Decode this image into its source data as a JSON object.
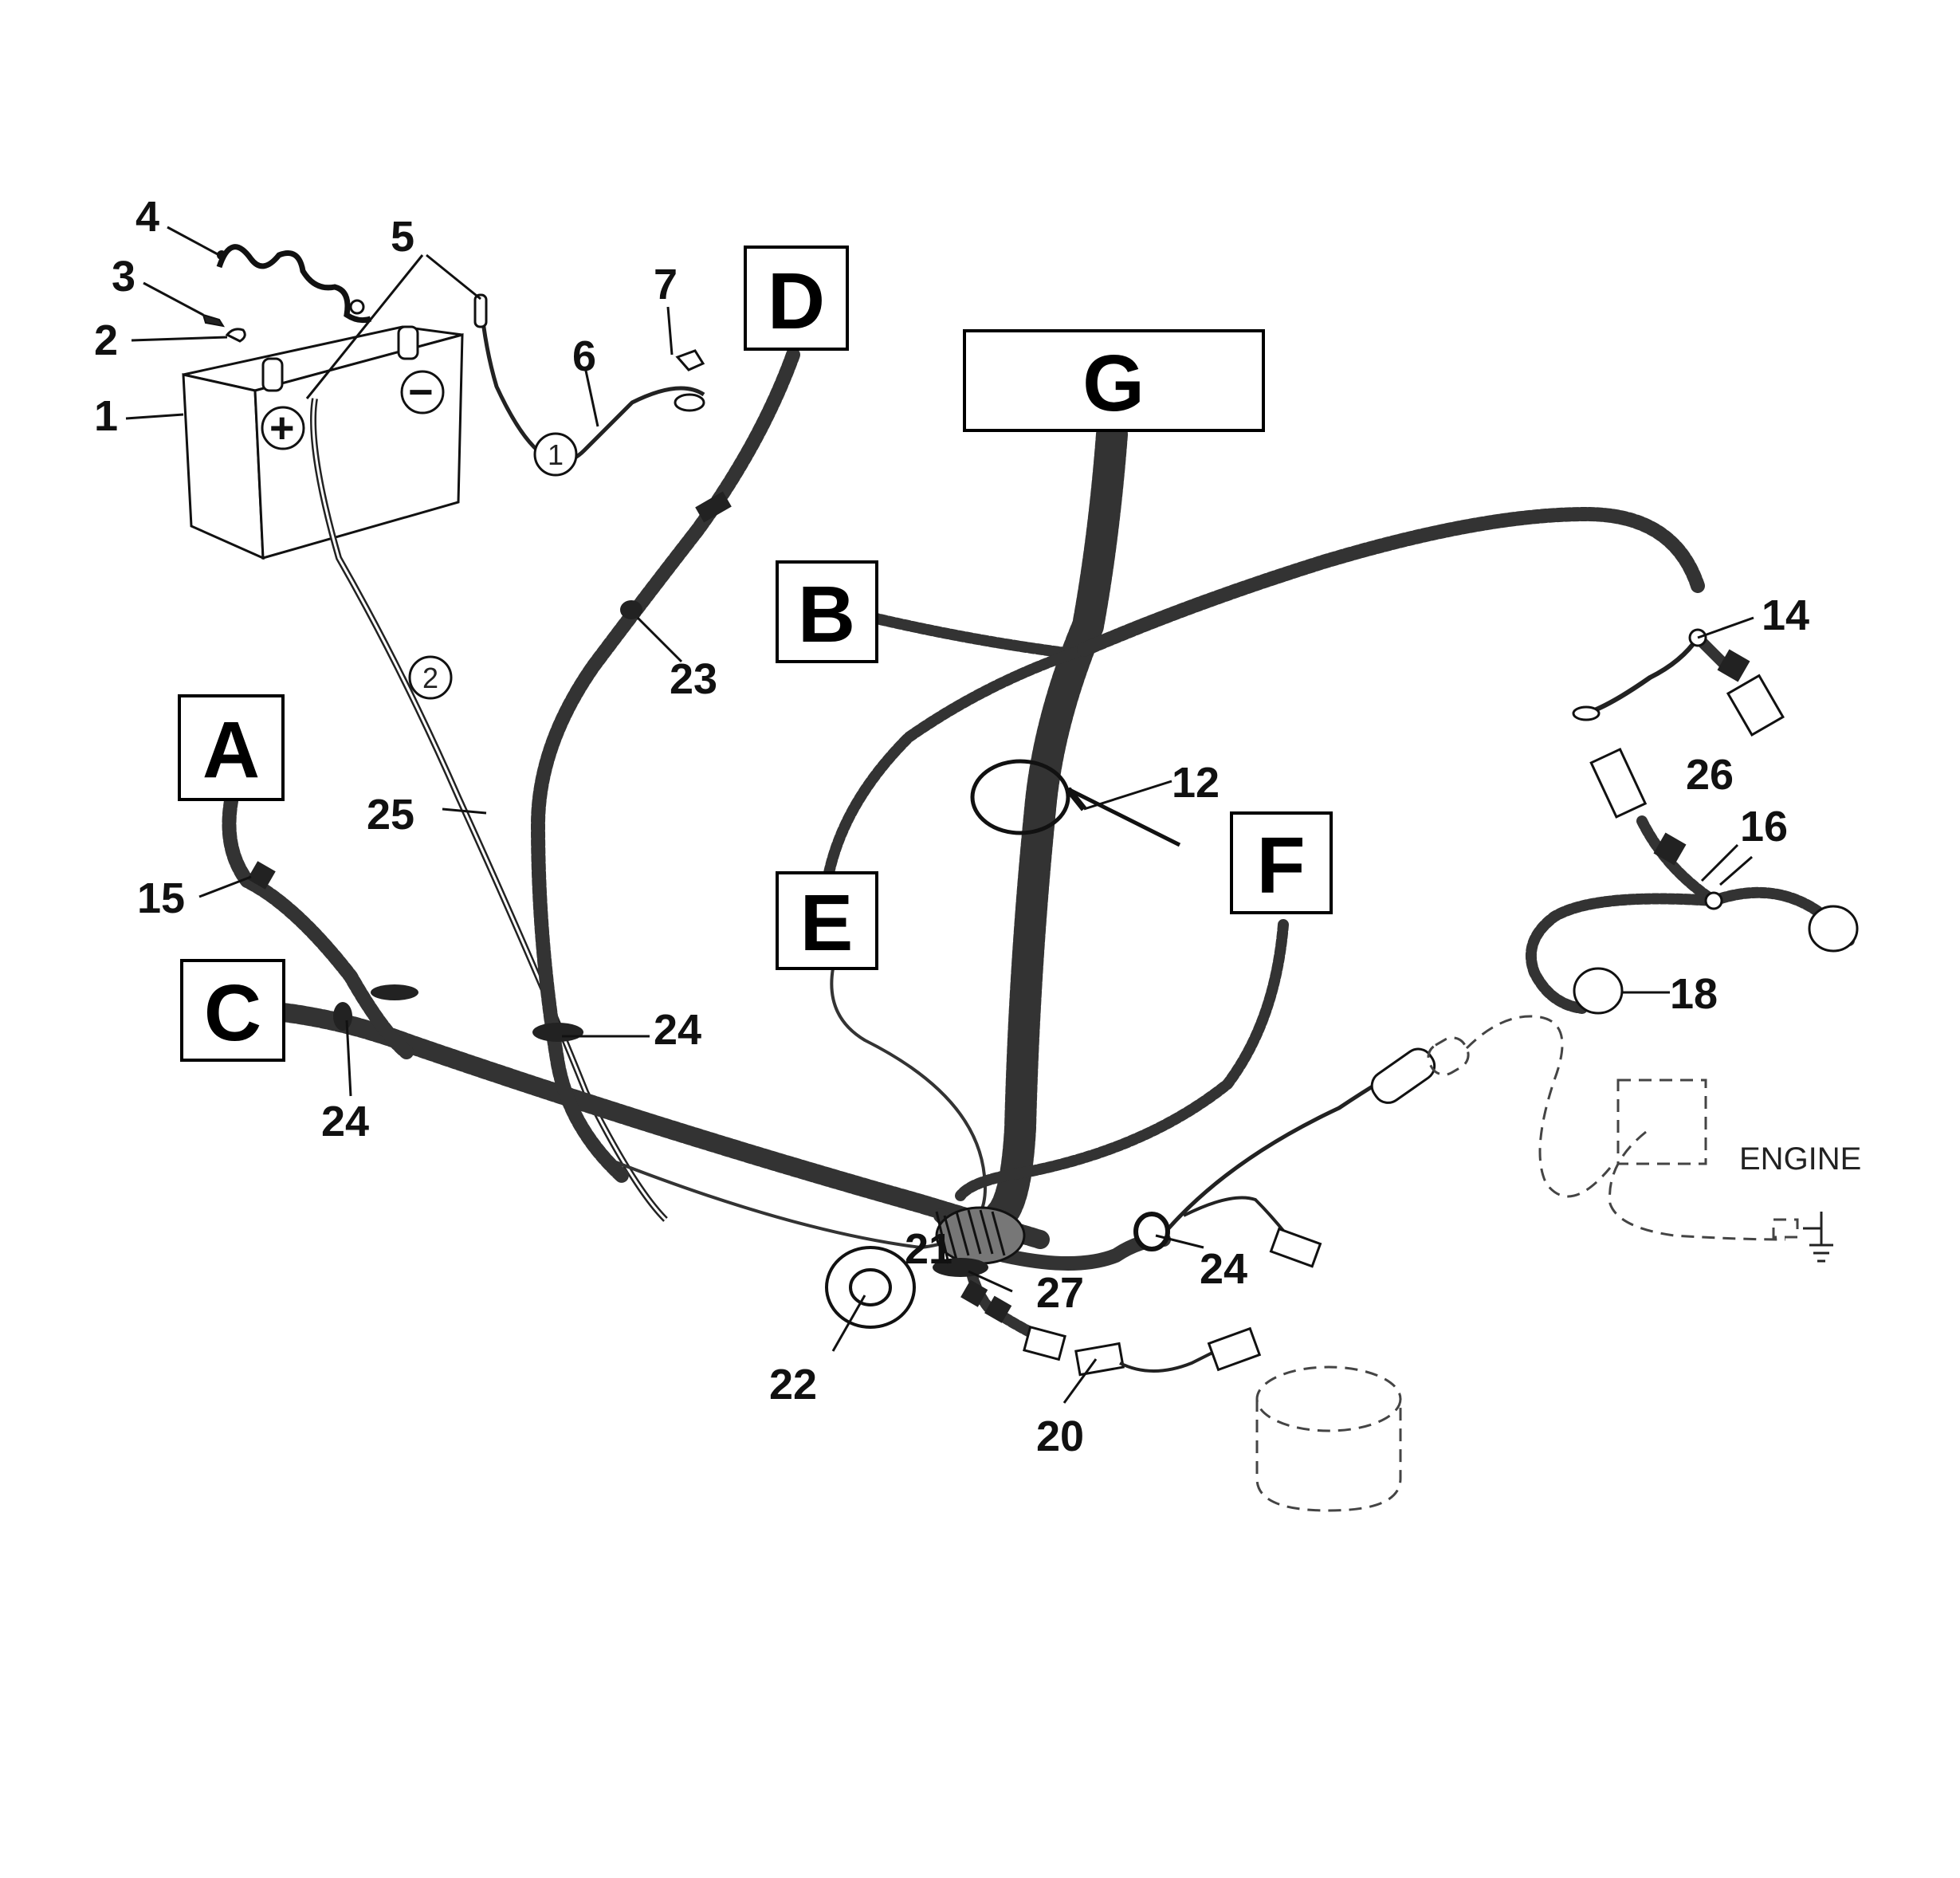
{
  "callouts": [
    {
      "id": "1",
      "text": "1"
    },
    {
      "id": "2",
      "text": "2"
    },
    {
      "id": "3",
      "text": "3"
    },
    {
      "id": "4",
      "text": "4"
    },
    {
      "id": "5",
      "text": "5"
    },
    {
      "id": "6",
      "text": "6"
    },
    {
      "id": "7",
      "text": "7"
    },
    {
      "id": "12",
      "text": "12"
    },
    {
      "id": "14",
      "text": "14"
    },
    {
      "id": "15",
      "text": "15"
    },
    {
      "id": "16",
      "text": "16"
    },
    {
      "id": "18",
      "text": "18"
    },
    {
      "id": "20",
      "text": "20"
    },
    {
      "id": "21",
      "text": "21"
    },
    {
      "id": "22",
      "text": "22"
    },
    {
      "id": "23",
      "text": "23"
    },
    {
      "id": "24a",
      "text": "24"
    },
    {
      "id": "24b",
      "text": "24"
    },
    {
      "id": "24c",
      "text": "24"
    },
    {
      "id": "25",
      "text": "25"
    },
    {
      "id": "26",
      "text": "26"
    },
    {
      "id": "27",
      "text": "27"
    }
  ],
  "connector_boxes": {
    "A": "A",
    "B": "B",
    "C": "C",
    "D": "D",
    "E": "E",
    "F": "F",
    "G": "G"
  },
  "circled_wires": {
    "w1": "1",
    "w2": "2"
  },
  "engine_label": "ENGINE",
  "battery_symbols": {
    "plus": "+",
    "minus": "−"
  }
}
